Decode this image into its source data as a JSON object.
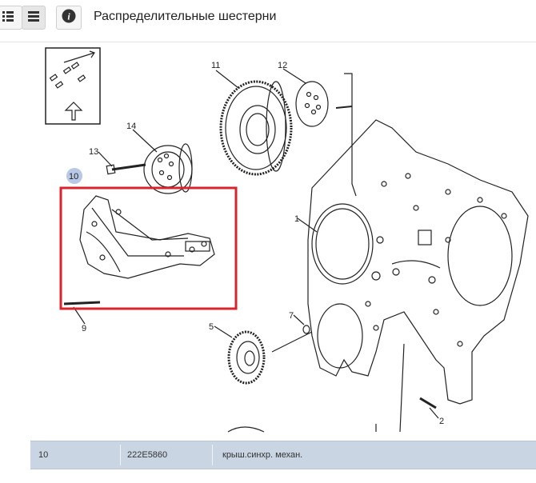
{
  "toolbar": {
    "title": "Распределительные шестерни",
    "info_glyph": "i",
    "icons": [
      "list-icon",
      "menu-icon",
      "info-icon"
    ]
  },
  "diagram": {
    "callouts": [
      "1",
      "2",
      "5",
      "7",
      "9",
      "10",
      "11",
      "12",
      "13",
      "14"
    ],
    "highlight_color": "#d9232d",
    "selected_callout_color": "#b8c8e6"
  },
  "parts_table": {
    "rows": [
      {
        "position": "10",
        "part_number": "222E5860",
        "description": "крыш.синхр. механ."
      }
    ]
  }
}
